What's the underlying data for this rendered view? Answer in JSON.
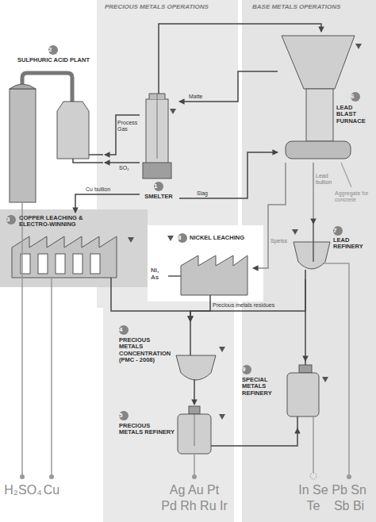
{
  "diagram": {
    "nodes": [
      {
        "text": [
          "2",
          "SULPHURIC ACID PLANT"
        ]
      },
      {
        "text": [
          "1",
          "SMELTER"
        ]
      },
      {
        "text": [
          "6",
          "LEAD BLAST FURNACE"
        ]
      },
      {
        "text": [
          "3",
          "COPPER LEACHING & ELECTRO-WINNING"
        ]
      },
      {
        "text": [
          "8",
          "NICKEL LEACHING"
        ]
      },
      {
        "text": [
          "7",
          "LEAD REFINERY"
        ]
      },
      {
        "text": [
          "4",
          "PRECIOUS METALS CONCENTRATION (PMC - 2008)"
        ]
      },
      {
        "text": [
          "5",
          "PRECIOUS METALS REFINERY"
        ]
      },
      {
        "text": [
          "9",
          "SPECIAL METALS REFINERY"
        ]
      }
    ],
    "edges": [
      {
        "from": 1,
        "to": 0,
        "label": "Process Gas",
        "arrow": "to"
      },
      {
        "from": 1,
        "to": 0,
        "label": "SO₂",
        "arrow": "to"
      },
      {
        "from": 1,
        "to": 2,
        "arrow": "to"
      },
      {
        "from": 2,
        "to": 1,
        "label": "Matte",
        "arrow": "to"
      },
      {
        "from": 1,
        "to": 2,
        "label": "Slag",
        "arrow": "to"
      },
      {
        "from": 1,
        "to": 3,
        "label": "Cu bullion",
        "arrow": "to"
      },
      {
        "from": 2,
        "to": 5,
        "label": "Lead bullion",
        "arrow": "to"
      },
      {
        "from": 2,
        "to": 4,
        "label": "Speiss",
        "arrow": "to"
      },
      {
        "from": 3,
        "to": 6,
        "arrow": "to"
      },
      {
        "from": 4,
        "to": 6,
        "arrow": "to"
      },
      {
        "from": 5,
        "to": 6,
        "label": "Precious metals residues",
        "arrow": "to"
      },
      {
        "from": 6,
        "to": 7,
        "arrow": "to"
      },
      {
        "from": 7,
        "to": 8,
        "arrow": "to"
      },
      {
        "from": 5,
        "to": 8,
        "arrow": "to"
      }
    ],
    "labels": [
      "PRECIOUS METALS OPERATIONS",
      "BASE METALS OPERATIONS",
      "Aggregate for concrete",
      "Ni, As",
      "H₂SO₄",
      "Cu",
      "Ag Au Pt",
      "Pd Rh Ru Ir",
      "In Se",
      "Te",
      "Pb Sn",
      "Sb Bi"
    ]
  }
}
